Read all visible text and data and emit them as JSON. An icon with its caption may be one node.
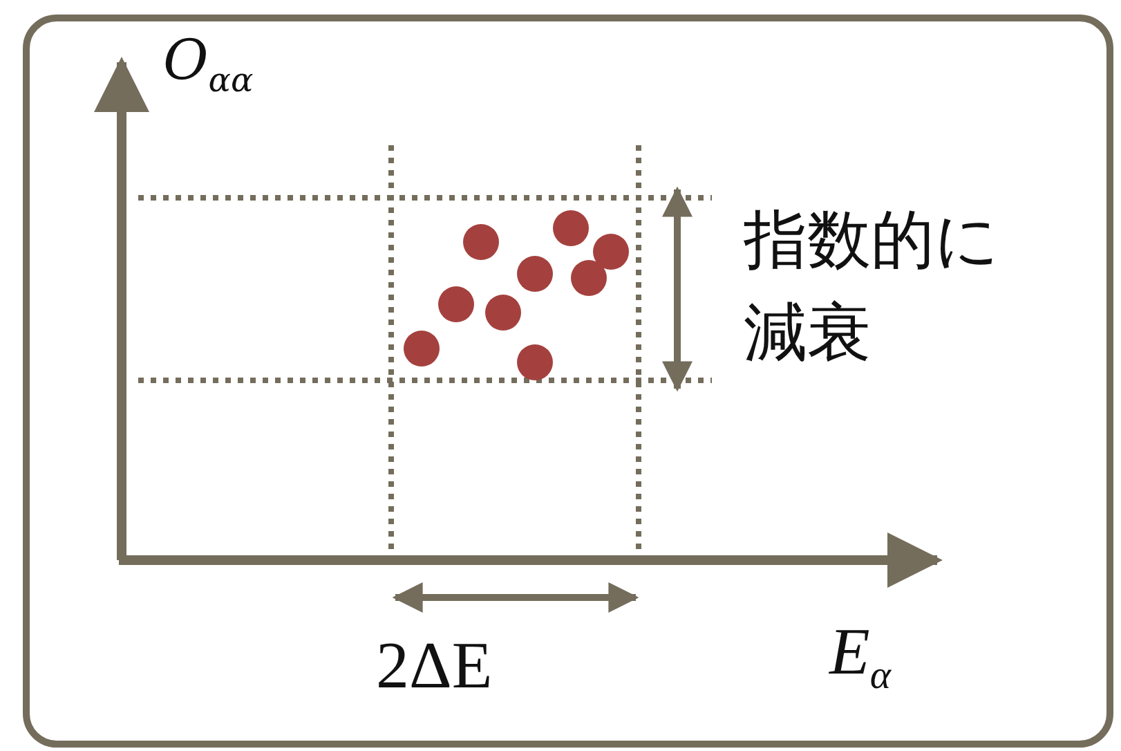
{
  "diagram": {
    "labels": [
      "O$_{αα}$",
      "指数的に減衰",
      "2ΔE",
      "E$_{α}$"
    ]
  }
}
